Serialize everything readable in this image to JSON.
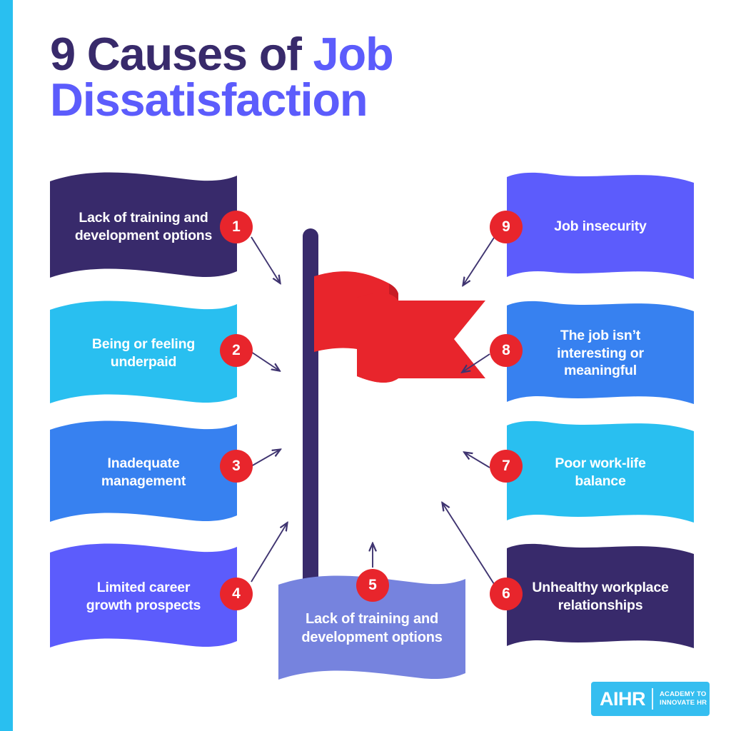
{
  "page": {
    "background_color": "#FFFFFF",
    "accent_bar_color": "#29BFF0"
  },
  "title": {
    "line1_dark": "9 Causes of ",
    "line1_accent": "Job",
    "line2_accent": "Dissatisfaction",
    "dark_color": "#382A6B",
    "accent_color": "#5C5CFC"
  },
  "badge_color": "#E8252C",
  "arrow_color": "#3F3470",
  "pole_color": "#382A6B",
  "flag_color": "#E8252C",
  "items": [
    {
      "number": "1",
      "label": "Lack of training and development options",
      "color": "#382A6B",
      "side": "left"
    },
    {
      "number": "2",
      "label": "Being or feeling underpaid",
      "color": "#29BFF0",
      "side": "left"
    },
    {
      "number": "3",
      "label": "Inadequate management",
      "color": "#3781F0",
      "side": "left"
    },
    {
      "number": "4",
      "label": "Limited career growth prospects",
      "color": "#5C5CFC",
      "side": "left"
    },
    {
      "number": "5",
      "label": "Lack of training and development options",
      "color": "#7683DE",
      "side": "center"
    },
    {
      "number": "6",
      "label": "Unhealthy workplace relationships",
      "color": "#382A6B",
      "side": "right"
    },
    {
      "number": "7",
      "label": "Poor work-life balance",
      "color": "#29BFF0",
      "side": "right"
    },
    {
      "number": "8",
      "label": "The job isn’t interesting or meaningful",
      "color": "#3781F0",
      "side": "right"
    },
    {
      "number": "9",
      "label": "Job insecurity",
      "color": "#5C5CFC",
      "side": "right"
    }
  ],
  "logo": {
    "mark": "AIHR",
    "tagline_line1": "ACADEMY TO",
    "tagline_line2": "INNOVATE HR",
    "background_color": "#35BEF0"
  }
}
